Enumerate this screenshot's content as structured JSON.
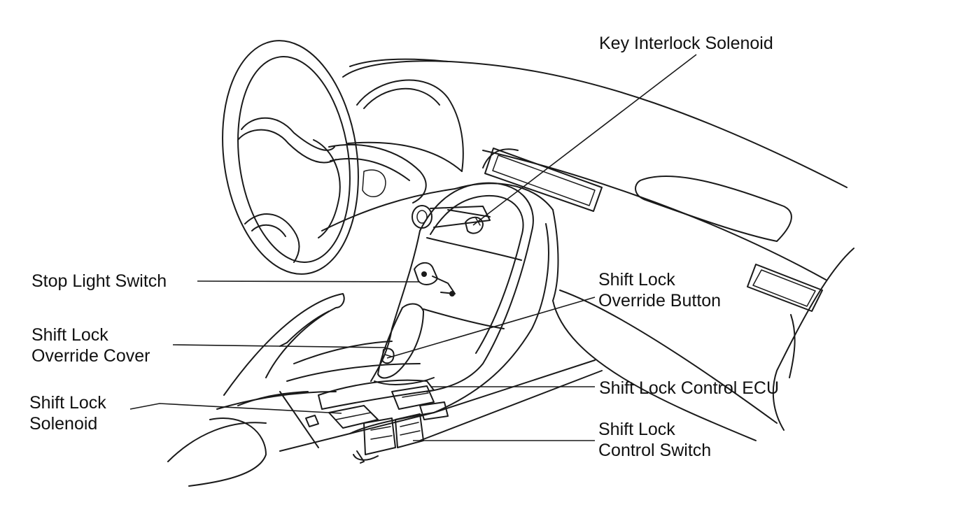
{
  "labels": {
    "key_interlock_solenoid": [
      "Key Interlock Solenoid"
    ],
    "stop_light_switch": [
      "Stop Light Switch"
    ],
    "shift_lock_override_button": [
      "Shift Lock",
      "Override Button"
    ],
    "shift_lock_override_cover": [
      "Shift Lock",
      "Override Cover"
    ],
    "shift_lock_control_ecu": [
      "Shift Lock Control ECU"
    ],
    "shift_lock_solenoid": [
      "Shift Lock",
      "Solenoid"
    ],
    "shift_lock_control_switch": [
      "Shift Lock",
      "Control Switch"
    ]
  }
}
